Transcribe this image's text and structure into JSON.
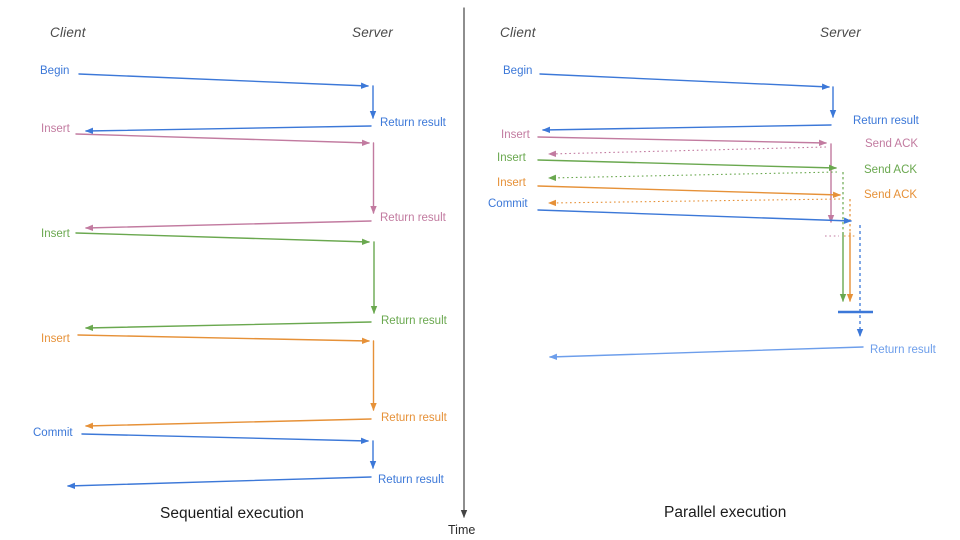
{
  "palette": {
    "blue": "#3c78d8",
    "light_blue": "#6d9eeb",
    "pink": "#c27ba0",
    "green": "#6aa84f",
    "orange": "#e69138",
    "axis_gray": "#444444",
    "header_gray": "#4a4a4a",
    "caption_black": "#1c1c1c"
  },
  "time_axis": {
    "label": "Time"
  },
  "sequential": {
    "caption": "Sequential execution",
    "client_header": "Client",
    "server_header": "Server",
    "ops": [
      {
        "label": "Begin",
        "color": "blue",
        "response": "Return result"
      },
      {
        "label": "Insert",
        "color": "pink",
        "response": "Return result"
      },
      {
        "label": "Insert",
        "color": "green",
        "response": "Return result"
      },
      {
        "label": "Insert",
        "color": "orange",
        "response": "Return result"
      },
      {
        "label": "Commit",
        "color": "blue",
        "response": "Return result"
      }
    ]
  },
  "parallel": {
    "caption": "Parallel execution",
    "client_header": "Client",
    "server_header": "Server",
    "ops": [
      {
        "label": "Begin",
        "color": "blue",
        "response": "Return result"
      },
      {
        "label": "Insert",
        "color": "pink",
        "response": "Send ACK"
      },
      {
        "label": "Insert",
        "color": "green",
        "response": "Send ACK"
      },
      {
        "label": "Insert",
        "color": "orange",
        "response": "Send ACK"
      },
      {
        "label": "Commit",
        "color": "blue",
        "response": "Return result"
      }
    ]
  }
}
